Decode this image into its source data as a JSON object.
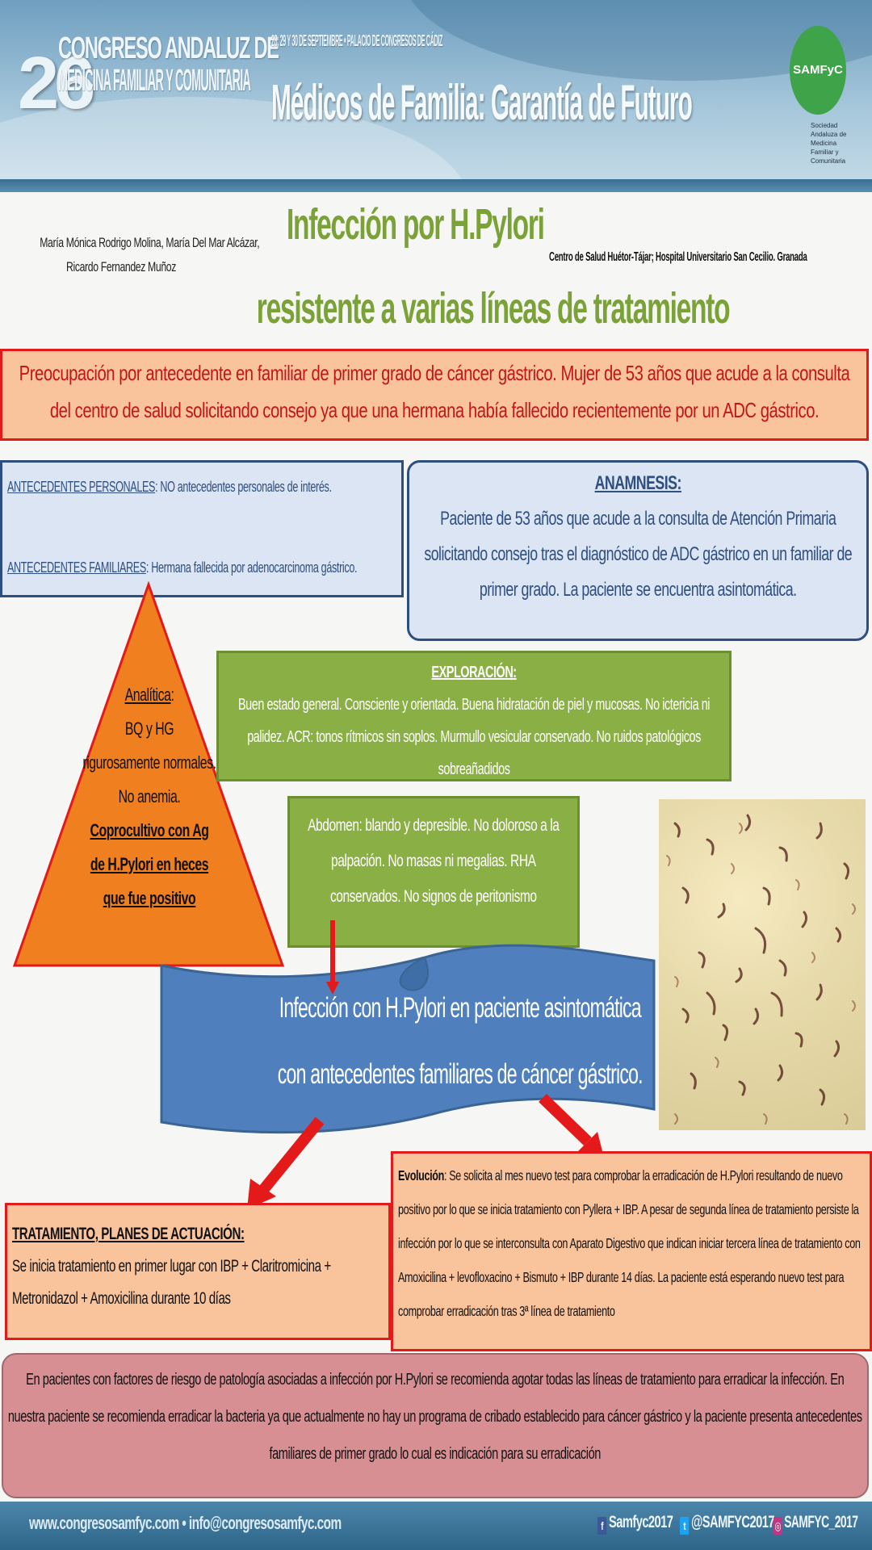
{
  "header": {
    "congress_number": "26",
    "congress_name_line1": "CONGRESO ANDALUZ DE",
    "congress_name_line2": "MEDICINA FAMILIAR Y COMUNITARIA",
    "date_venue": "28, 29 Y 30 DE SEPTIEMBRE • PALACIO DE CONGRESOS DE CÁDIZ",
    "slogan": "Médicos de Familia: Garantía de Futuro",
    "logo_text": "SAMFyC",
    "logo_subtext": "Sociedad Andaluza de Medicina Familiar y Comunitaria"
  },
  "title": {
    "line1": "Infección por H.Pylori",
    "line2": "resistente a varias líneas de tratamiento"
  },
  "authors": {
    "line1": "María Mónica Rodrigo Molina, María Del Mar Alcázar,",
    "line2": "Ricardo Fernandez Muñoz"
  },
  "affiliation": "Centro de Salud Huétor-Tájar; Hospital Universitario San Cecilio. Granada",
  "intro": "Preocupación por antecedente en familiar de primer grado de cáncer gástrico. Mujer de 53 años que acude a la consulta del centro de salud solicitando consejo ya que una hermana había fallecido recientemente por un ADC gástrico.",
  "antecedentes": {
    "personales_label": "ANTECEDENTES PERSONALES",
    "personales_text": ": NO antecedentes personales de interés.",
    "familiares_label": "ANTECEDENTES FAMILIARES",
    "familiares_text": ": Hermana fallecida por adenocarcinoma gástrico."
  },
  "anamnesis": {
    "title": "ANAMNESIS:",
    "text": "Paciente de 53 años que acude a la consulta de Atención Primaria solicitando consejo tras el diagnóstico de ADC gástrico en un familiar de primer grado. La paciente se encuentra asintomática."
  },
  "analitica": {
    "label": "Analítica",
    "colon": ":",
    "line1": "BQ y HG",
    "line2": "rigurosamente normales.",
    "line3": "No anemia.",
    "coprocultivo": "Coprocultivo con Ag de H.Pylori en heces que fue positivo"
  },
  "exploracion": {
    "title": "EXPLORACIÓN:",
    "text": "Buen estado general. Consciente y orientada. Buena hidratación de piel y mucosas. No ictericia ni palidez. ACR: tonos rítmicos sin soplos. Murmullo vesicular conservado. No ruidos patológicos sobreañadidos"
  },
  "abdomen": "Abdomen: blando y depresible. No doloroso a la palpación. No masas ni megalias. RHA conservados. No signos de peritonismo",
  "diagnosis": {
    "line1": "Infección con H.Pylori en paciente asintomática",
    "line2": "con antecedentes familiares de cáncer gástrico."
  },
  "tratamiento": {
    "title": "TRATAMIENTO, PLANES DE ACTUACIÓN:",
    "text": "Se inicia tratamiento en primer lugar con IBP + Claritromicina + Metronidazol + Amoxicilina durante 10 días"
  },
  "evolucion": {
    "label": "Evolución",
    "text": ": Se solicita al mes nuevo test para comprobar la erradicación de H.Pylori resultando de nuevo positivo por lo que se inicia tratamiento con Pyllera + IBP. A pesar de segunda línea de tratamiento persiste la infección por lo que se interconsulta con Aparato Digestivo que indican iniciar tercera línea de tratamiento con Amoxicilina + levofloxacino + Bismuto + IBP durante 14 días. La paciente está esperando nuevo test para comprobar erradicación tras 3ª línea de tratamiento"
  },
  "conclusion": "En pacientes con factores de riesgo de patología asociadas a infección por H.Pylori se recomienda agotar todas las líneas de tratamiento para erradicar la infección. En nuestra paciente se recomienda erradicar la bacteria ya que actualmente no hay un programa de cribado establecido para cáncer gástrico y la paciente presenta antecedentes familiares de primer grado lo cual es indicación para su erradicación",
  "footer": {
    "website": "www.congresosamfyc.com • info@congresosamfyc.com",
    "facebook": "Samfyc2017",
    "twitter": "@SAMFYC2017",
    "instagram": "SAMFYC_2017"
  },
  "colors": {
    "title_green": "#7aa237",
    "banner_red": "#e41a1a",
    "salmon": "#f9c39c",
    "box_blue": "#dbe5f3",
    "exploration_green": "#8aaf45",
    "diagnosis_blue": "#4f80bd",
    "triangle_orange": "#ef7f1f",
    "conclusion_rose": "#d78f93"
  }
}
